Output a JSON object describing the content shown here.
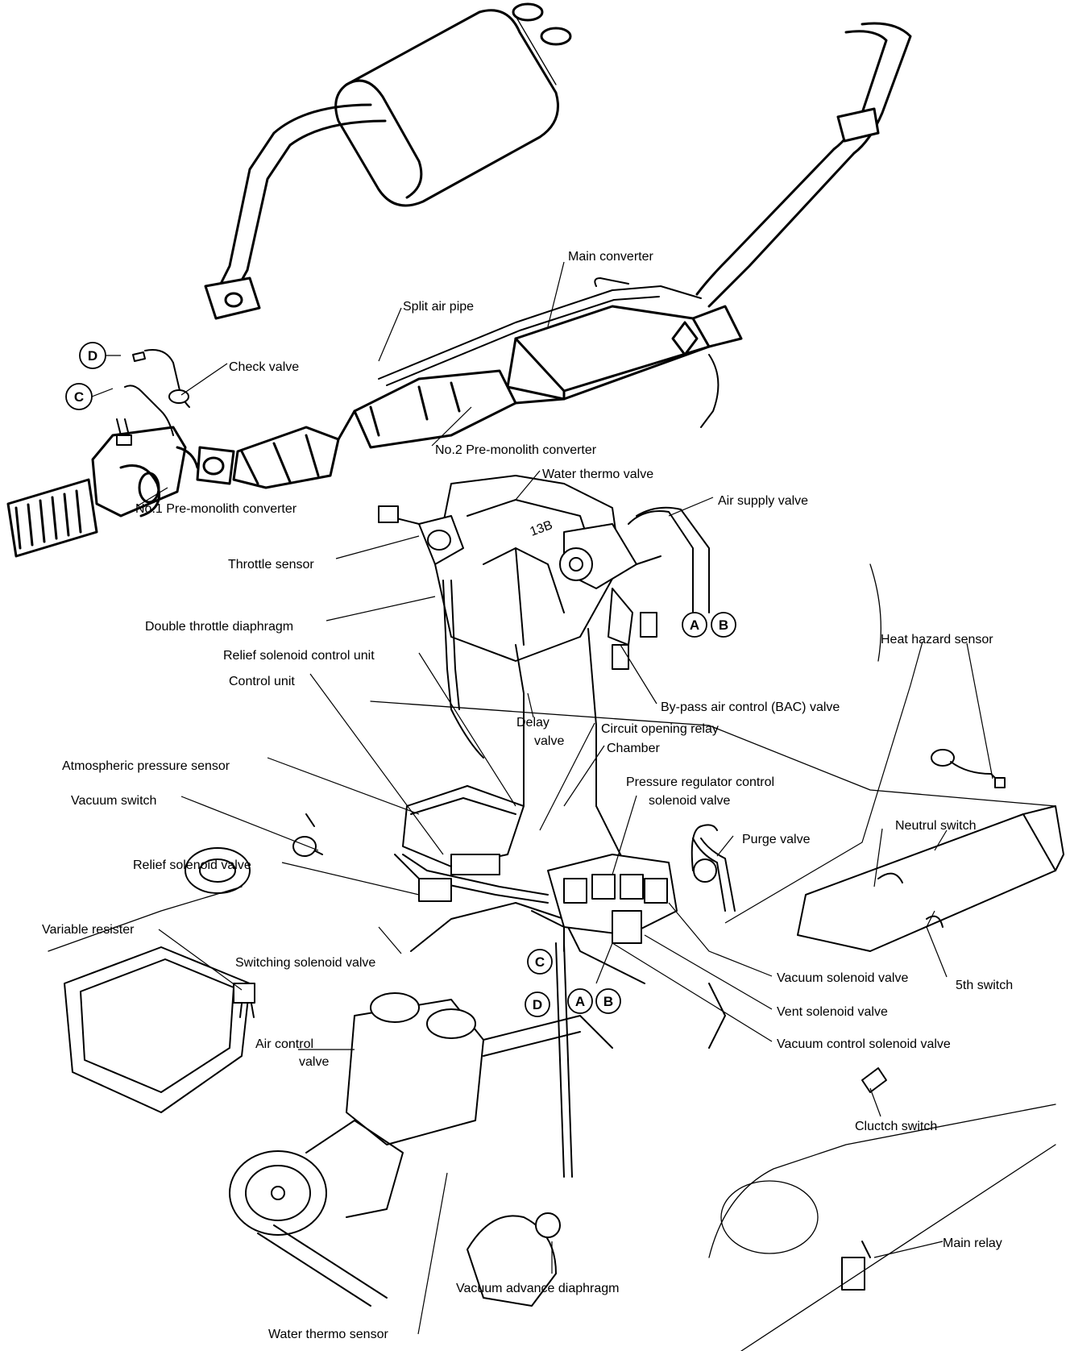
{
  "labels": {
    "main_converter": "Main converter",
    "split_air_pipe": "Split air pipe",
    "check_valve": "Check valve",
    "no2_pre_monolith": "No.2 Pre-monolith converter",
    "water_thermo_valve": "Water thermo valve",
    "no1_pre_monolith": "No.1 Pre-monolith converter",
    "air_supply_valve": "Air  supply valve",
    "throttle_sensor": "Throttle sensor",
    "double_throttle_diaphragm": "Double throttle diaphragm",
    "relief_solenoid_control_unit": "Relief  solenoid  control unit",
    "heat_hazard_sensor": "Heat hazard sensor",
    "control_unit": "Control unit",
    "bac_valve": "By-pass air control (BAC) valve",
    "delay_valve_1": "Delay",
    "delay_valve_2": "valve",
    "circuit_opening_relay": "Circuit opening relay",
    "chamber": "Chamber",
    "atmospheric_pressure_sensor": "Atmospheric pressure sensor",
    "pressure_regulator_1": "Pressure regulator control",
    "pressure_regulator_2": "solenoid valve",
    "vacuum_switch": "Vacuum switch",
    "purge_valve": "Purge valve",
    "neutrul_switch": "Neutrul switch",
    "relief_solenoid_valve": "Relief  solenoid  valve",
    "variable_resister": "Variable resister",
    "switching_solenoid_valve": "Switching solenoid valve",
    "vacuum_solenoid_valve": "Vacuum solenoid valve",
    "fifth_switch": "5th switch",
    "vent_solenoid_valve": "Vent solenoid valve",
    "air_control_valve_1": "Air control",
    "air_control_valve_2": "valve",
    "vacuum_control_solenoid_valve": "Vacuum control solenoid valve",
    "cluctch_switch": "Cluctch switch",
    "main_relay": "Main relay",
    "vacuum_advance_diaphragm": "Vacuum advance diaphragm",
    "water_thermo_sensor": "Water thermo sensor",
    "engine_mark": "13B"
  },
  "callouts": {
    "d_top": "D",
    "c_top": "C",
    "a_right": "A",
    "b_right": "B",
    "c_mid": "C",
    "d_mid": "D",
    "a_mid": "A",
    "b_mid": "B"
  }
}
